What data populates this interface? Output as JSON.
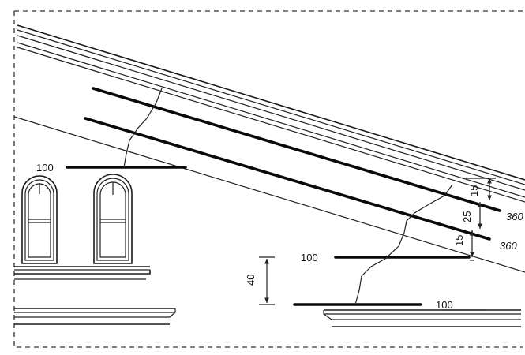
{
  "labels": {
    "course_left": "100",
    "course_middle": "100",
    "course_bottom": "100",
    "rake_upper": "360",
    "rake_lower": "360",
    "dim_top": "15",
    "dim_mid": "25",
    "dim_bottom": "15",
    "dim_vertical": "40"
  }
}
